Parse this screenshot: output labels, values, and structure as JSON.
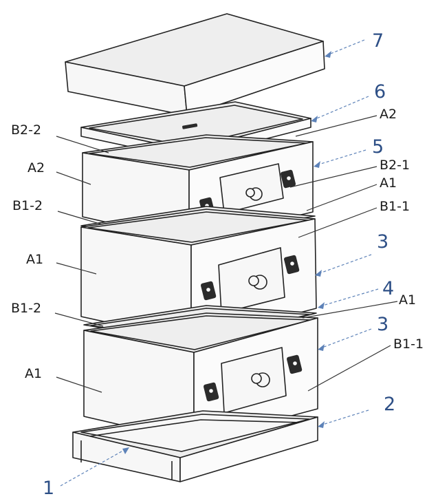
{
  "labels": {
    "num_7": "7",
    "num_6": "6",
    "num_5": "5",
    "num_3a": "3",
    "num_4": "4",
    "num_3b": "3",
    "num_2": "2",
    "num_1": "1",
    "b2_2": "B2-2",
    "a2_left": "A2",
    "b1_2_top": "B1-2",
    "a1_mid_left": "A1",
    "b1_2_bottom": "B1-2",
    "a1_bottom_left": "A1",
    "a2_right": "A2",
    "b2_1": "B2-1",
    "a1_right_top": "A1",
    "b1_1_top": "B1-1",
    "a1_right_mid": "A1",
    "b1_1_bottom": "B1-1"
  }
}
